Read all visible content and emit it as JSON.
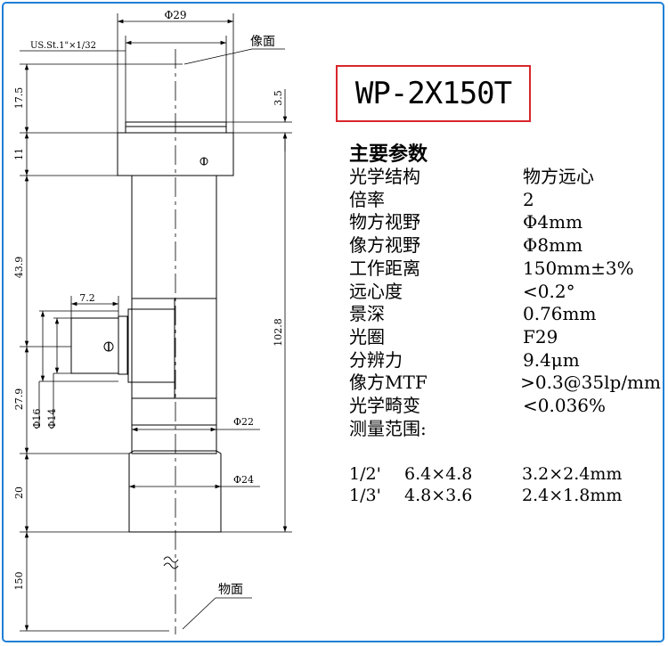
{
  "model": "WP-2X150T",
  "specs_heading": "主要参数",
  "specs": [
    {
      "key": "光学结构",
      "value": "物方远心"
    },
    {
      "key": "倍率",
      "value": "2"
    },
    {
      "key": "物方视野",
      "value": "Φ4mm"
    },
    {
      "key": "像方视野",
      "value": "Φ8mm"
    },
    {
      "key": "工作距离",
      "value": "150mm±3%"
    },
    {
      "key": "远心度",
      "value": "<0.2°"
    },
    {
      "key": "景深",
      "value": "0.76mm"
    },
    {
      "key": "光圈",
      "value": "F29"
    },
    {
      "key": "分辨力",
      "value": "9.4μm"
    },
    {
      "key": "像方MTF",
      "value": ">0.3@35lp/mm"
    },
    {
      "key": "光学畸变",
      "value": "<0.036%"
    }
  ],
  "range_title": "测量范围:",
  "ranges": [
    {
      "sensor": "1/2'",
      "sensor_size": "6.4×4.8",
      "field": "3.2×2.4mm"
    },
    {
      "sensor": "1/3'",
      "sensor_size": "4.8×3.6",
      "field": "2.4×1.8mm"
    }
  ],
  "drawing": {
    "dia_top": "Φ29",
    "mount": "US.St.1\"×1/32",
    "image_plane": "像面",
    "object_plane": "物面",
    "dim_3_5": "3.5",
    "dim_17_5": "17.5",
    "dim_11": "11",
    "dim_43_9": "43.9",
    "dim_27_9": "27.9",
    "dim_20": "20",
    "dim_150": "150",
    "dim_102_8": "102.8",
    "dim_7_2": "7.2",
    "dia_16": "Φ16",
    "dia_14": "Φ14",
    "dia_22": "Φ22",
    "dia_24": "Φ24"
  }
}
